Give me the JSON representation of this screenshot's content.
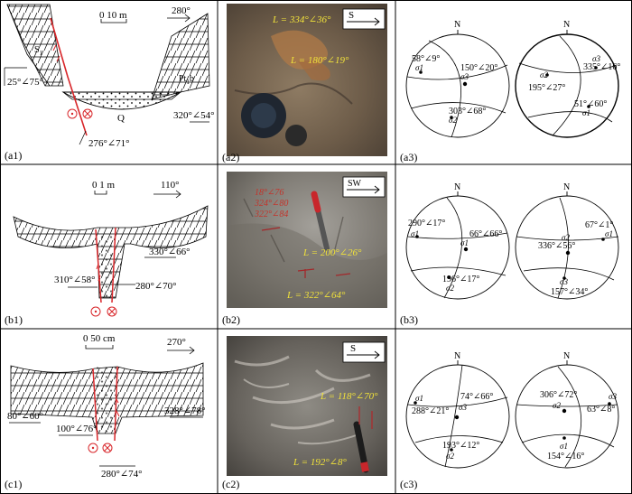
{
  "panels": {
    "a1": {
      "label": "(a1)",
      "scale": "0  10 m",
      "direction": "280°",
      "unit_left": "S",
      "unit_left_sub": "1",
      "unit_right": "Pt",
      "unit_right_sub": "1",
      "unit_right_suffix": "b",
      "fill": "Q",
      "att_left": "25°∠75°",
      "att_right": "320°∠54°",
      "att_fault": "276°∠71°"
    },
    "a2": {
      "label": "(a2)",
      "dir": "S",
      "L1": "334°∠36°",
      "L2": "180°∠19°"
    },
    "a3": {
      "label": "(a3)",
      "north_1": "N",
      "north_2": "N",
      "s1_att_1": "58°∠9°",
      "s1_name_1": "σ1",
      "s3_att_1": "150°∠20°",
      "s3_name_1": "σ3",
      "s2_att_1": "303°∠68°",
      "s2_name_1": "σ2",
      "s3_att_2": "335°∠16°",
      "s3_name_2": "σ3",
      "s2_att_2": "195°∠27°",
      "s2_name_2": "σ2",
      "s1_att_2": "51°∠60°",
      "s1_name_2": "σ1"
    },
    "b1": {
      "label": "(b1)",
      "scale": "0  1 m",
      "direction": "110°",
      "att_left": "310°∠58°",
      "att_right": "330°∠66°",
      "att_fault": "280°∠70°"
    },
    "b2": {
      "label": "(b2)",
      "dir": "SW",
      "L1": "200°∠26°",
      "L2": "322°∠64°",
      "hand1": "18°∠76",
      "hand2": "324°∠80",
      "hand3": "322°∠84"
    },
    "b3": {
      "label": "(b3)",
      "north_1": "N",
      "north_2": "N",
      "s1_att_1": "290°∠17°",
      "s1_name_1": "σ1",
      "s3_att_1": "66°∠66°",
      "s3_name_1": "σ1",
      "s2_att_1": "196°∠17°",
      "s2_name_1": "σ2",
      "s1_att_2": "67°∠1°",
      "s1_name_2": "σ1",
      "s2_att_2": "336°∠56°",
      "s2_name_2": "σ2",
      "s3_att_2": "157°∠34°",
      "s3_name_2": "σ3"
    },
    "c1": {
      "label": "(c1)",
      "scale": "0     50 cm",
      "direction": "270°",
      "att_left": "80°∠60°",
      "att_mid": "100°∠76°",
      "att_right": "328°∠78°",
      "att_fault": "280°∠74°"
    },
    "c2": {
      "label": "(c2)",
      "dir": "S",
      "L1": "118°∠70°",
      "L2": "192°∠8°"
    },
    "c3": {
      "label": "(c3)",
      "north_1": "N",
      "north_2": "N",
      "s1_att_1": "288°∠21°",
      "s1_name_1": "σ1",
      "s3_att_1": "74°∠66°",
      "s3_name_1": "σ3",
      "s2_att_1": "193°∠12°",
      "s2_name_1": "σ2",
      "s1_att_2": "306°∠72°",
      "s1_name_2": "σ2",
      "s3_att_2": "63°∠8°",
      "s3_name_2": "σ3",
      "s2_att_2": "154°∠16°",
      "s2_name_2": "σ1"
    }
  }
}
